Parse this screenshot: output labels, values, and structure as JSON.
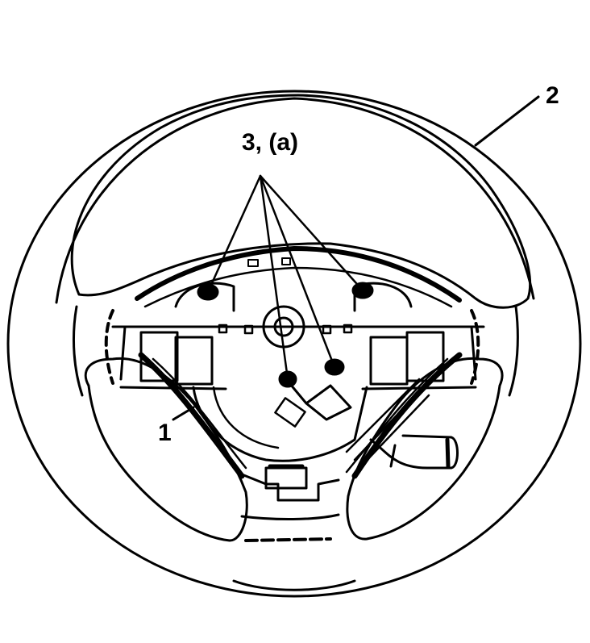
{
  "diagram": {
    "subject": "steering wheel (front view) with airbag module fasteners",
    "colors": {
      "line": "#000000",
      "background": "#ffffff"
    },
    "callouts": [
      {
        "id": "1",
        "text": "1",
        "target": "steering wheel spoke / trim cover"
      },
      {
        "id": "2",
        "text": "2",
        "target": "steering wheel rim"
      },
      {
        "id": "3a",
        "text": "3, (a)",
        "target": "airbag module fasteners (4 leader lines)"
      }
    ]
  }
}
